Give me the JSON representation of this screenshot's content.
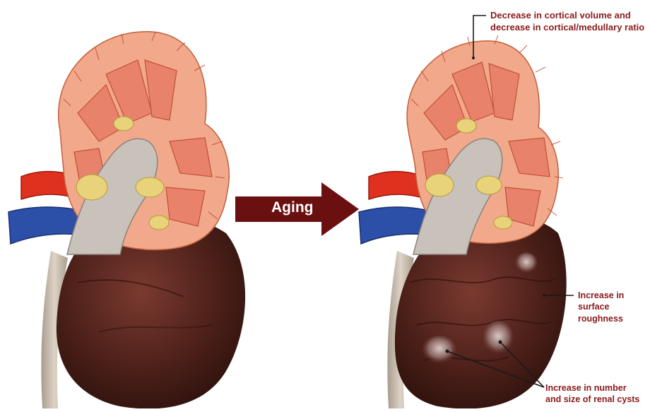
{
  "arrow": {
    "label": "Aging",
    "color": "#6b1010"
  },
  "annotations": {
    "cortical": [
      "Decrease in cortical volume and",
      "decrease in cortical/medullary ratio"
    ],
    "roughness": [
      "Increase in",
      "surface roughness"
    ],
    "cysts": [
      "Increase in number",
      "and size of renal cysts"
    ]
  },
  "colors": {
    "label_text": "#8b1a1a",
    "cortex": "#f2a88a",
    "pyramid": "#e9826a",
    "kidney_surface": "#4a1f18",
    "fat": "#e8d27a",
    "pelvis": "#c9c2bb",
    "artery": "#e0301e",
    "vein": "#2c4fa8"
  }
}
